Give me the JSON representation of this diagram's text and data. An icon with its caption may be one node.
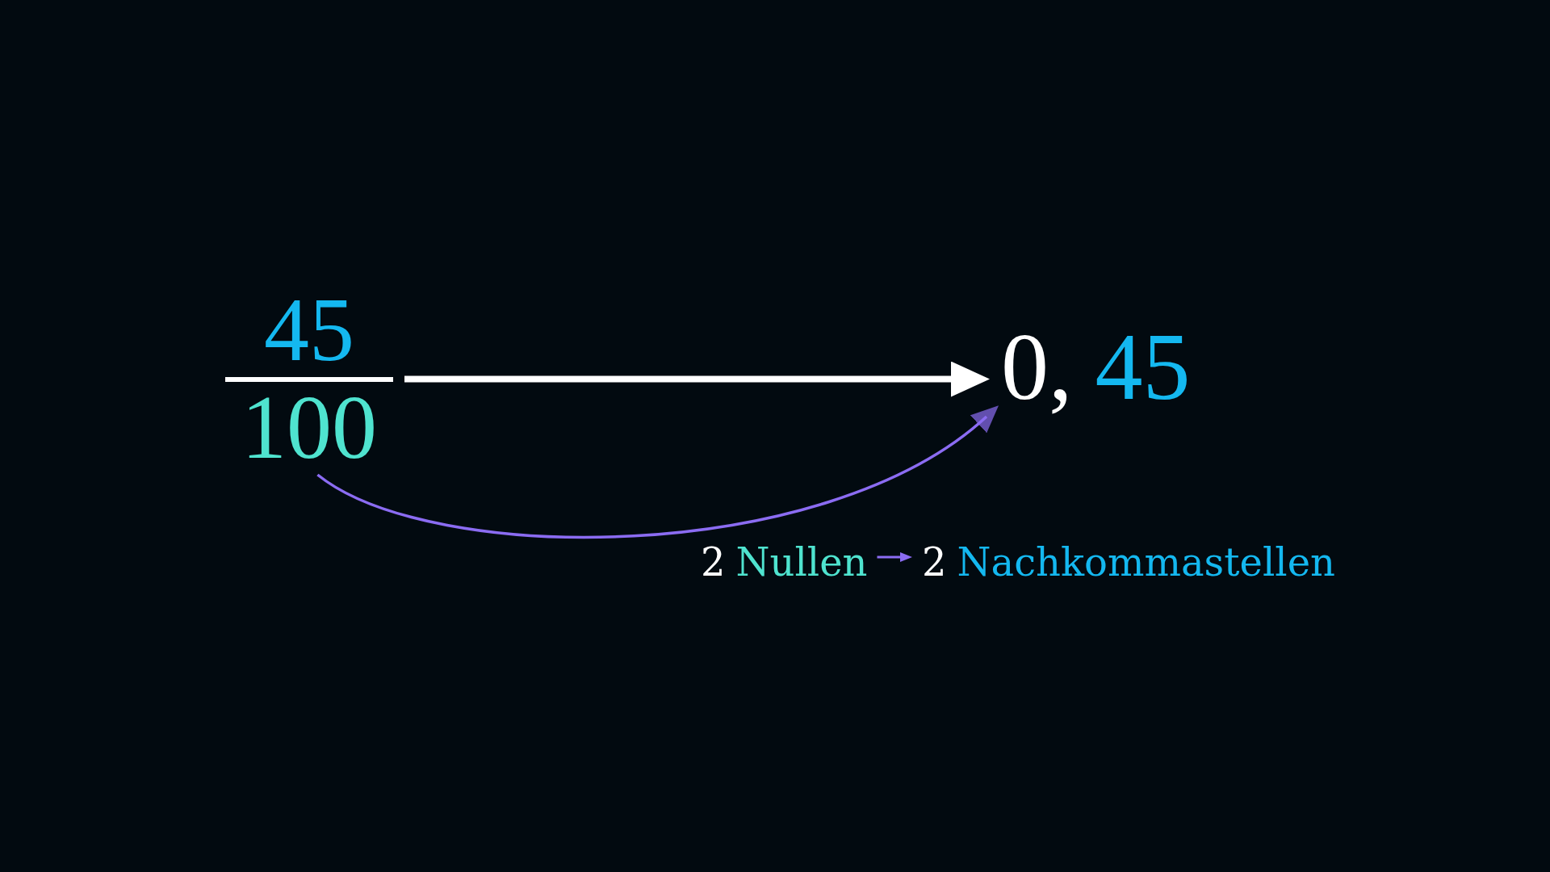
{
  "diagram": {
    "nodes": [
      {
        "text": [
          "45",
          "100"
        ]
      },
      {
        "text": [
          "0,",
          "45"
        ]
      },
      {
        "text": [
          "2",
          "Nullen"
        ]
      },
      {
        "text": [
          "2",
          "Nachkommastellen"
        ]
      }
    ],
    "edges": [
      {
        "from": 0,
        "to": 1,
        "arrow": "to",
        "style": "thick",
        "color": "#ffffff"
      },
      {
        "from": 0,
        "to": 1,
        "arrow": "to"
      },
      {
        "from": 2,
        "to": 3,
        "arrow": "to"
      }
    ]
  }
}
